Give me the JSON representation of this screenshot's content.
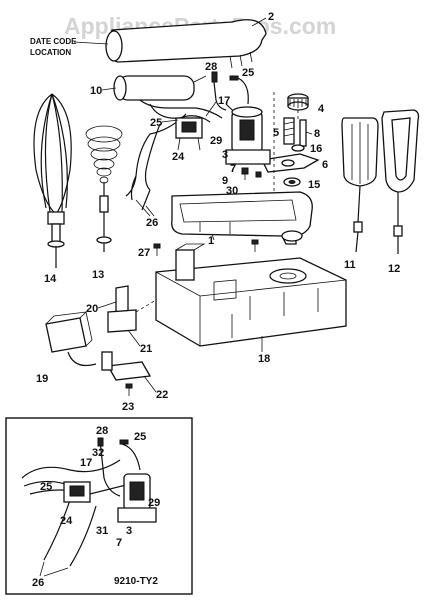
{
  "watermark": "AppliancePartsPros.com",
  "date_code_label_line1": "DATE CODE",
  "date_code_label_line2": "LOCATION",
  "inset_model": "9210-TY2",
  "callouts": {
    "c1": "1",
    "c2": "2",
    "c3": "3",
    "c4": "4",
    "c5": "5",
    "c6": "6",
    "c7": "7",
    "c8": "8",
    "c9": "9",
    "c10": "10",
    "c11": "11",
    "c12": "12",
    "c13": "13",
    "c14": "14",
    "c15": "15",
    "c16": "16",
    "c17": "17",
    "c18": "18",
    "c19": "19",
    "c20": "20",
    "c21": "21",
    "c22": "22",
    "c23": "23",
    "c24": "24",
    "c25a": "25",
    "c25b": "25",
    "c26": "26",
    "c27": "27",
    "c28": "28",
    "c29": "29",
    "c30": "30",
    "i28": "28",
    "i25a": "25",
    "i32": "32",
    "i17": "17",
    "i25b": "25",
    "i24": "24",
    "i29": "29",
    "i3": "3",
    "i31": "31",
    "i7": "7",
    "i26": "26"
  }
}
